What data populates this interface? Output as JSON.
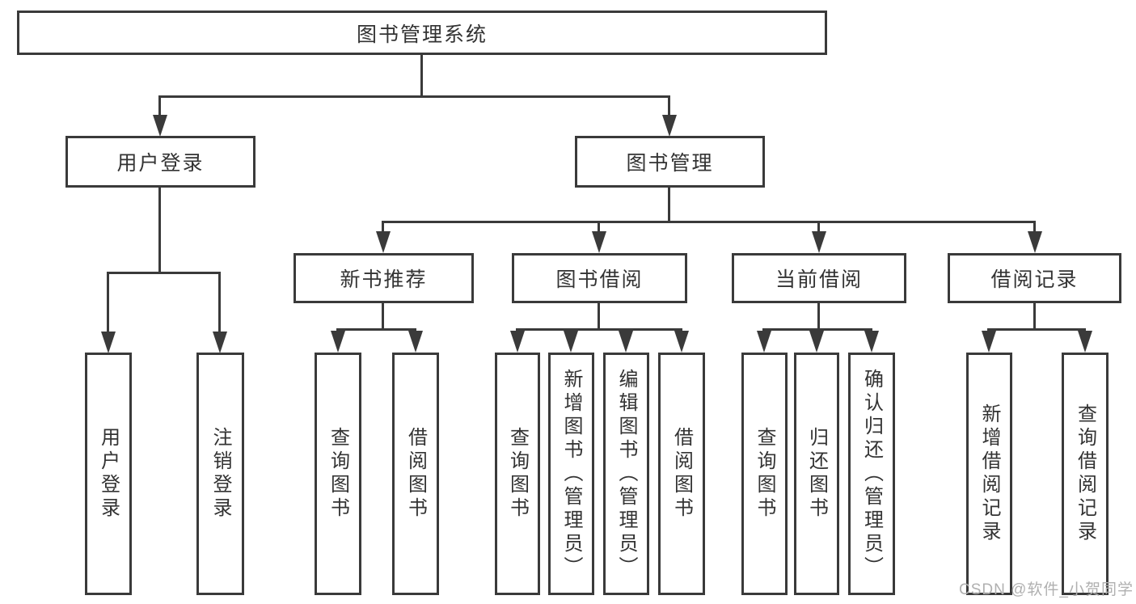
{
  "colors": {
    "line": "#3a3a3a",
    "text": "#333333",
    "watermark": "#b0b0b0",
    "background": "#ffffff"
  },
  "watermark": {
    "text": "CSDN @软件_小贺同学"
  },
  "tree": {
    "label": "图书管理系统",
    "children": [
      {
        "label": "用户登录",
        "children": [
          {
            "label": "用户登录"
          },
          {
            "label": "注销登录"
          }
        ]
      },
      {
        "label": "图书管理",
        "children": [
          {
            "label": "新书推荐",
            "children": [
              {
                "label": "查询图书"
              },
              {
                "label": "借阅图书"
              }
            ]
          },
          {
            "label": "图书借阅",
            "children": [
              {
                "label": "查询图书"
              },
              {
                "label": "新增图书（管理员）"
              },
              {
                "label": "编辑图书（管理员）"
              },
              {
                "label": "借阅图书"
              }
            ]
          },
          {
            "label": "当前借阅",
            "children": [
              {
                "label": "查询图书"
              },
              {
                "label": "归还图书"
              },
              {
                "label": "确认归还（管理员）"
              }
            ]
          },
          {
            "label": "借阅记录",
            "children": [
              {
                "label": "新增借阅记录"
              },
              {
                "label": "查询借阅记录"
              }
            ]
          }
        ]
      }
    ]
  }
}
